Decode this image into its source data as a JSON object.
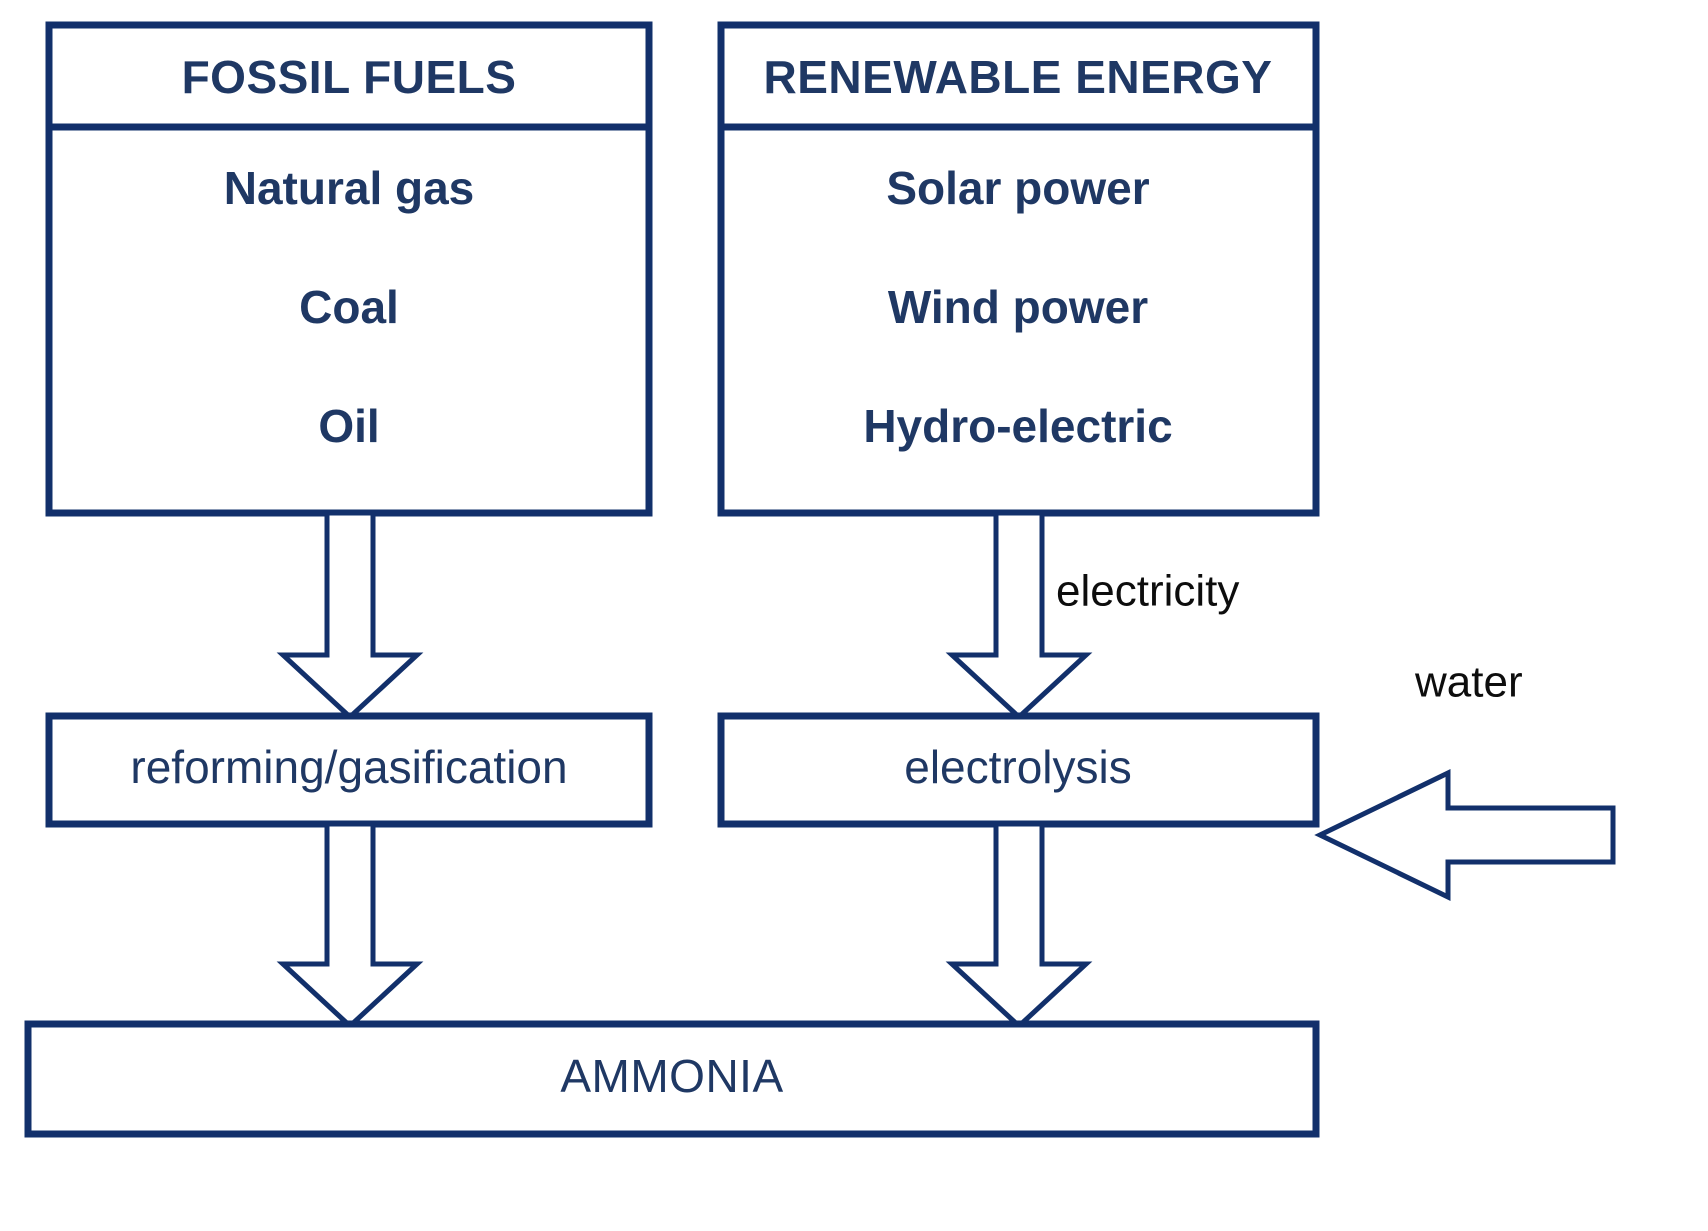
{
  "diagram": {
    "title_fossil": "FOSSIL FUELS",
    "title_renewable": "RENEWABLE ENERGY",
    "fossil_items": [
      "Natural gas",
      "Coal",
      "Oil"
    ],
    "renewable_items": [
      "Solar power",
      "Wind power",
      "Hydro-electric"
    ],
    "process_left": "reforming/gasification",
    "process_right": "electrolysis",
    "product": "AMMONIA",
    "edge_labels": {
      "electricity": "electricity",
      "water": "water"
    },
    "colors": {
      "border": "#12306B",
      "text_navy": "#1F3864",
      "text_black": "#0D0D0D",
      "background": "#FFFFFF"
    },
    "icons": {
      "arrow_down": "down-block-arrow",
      "arrow_left": "left-block-arrow"
    }
  }
}
